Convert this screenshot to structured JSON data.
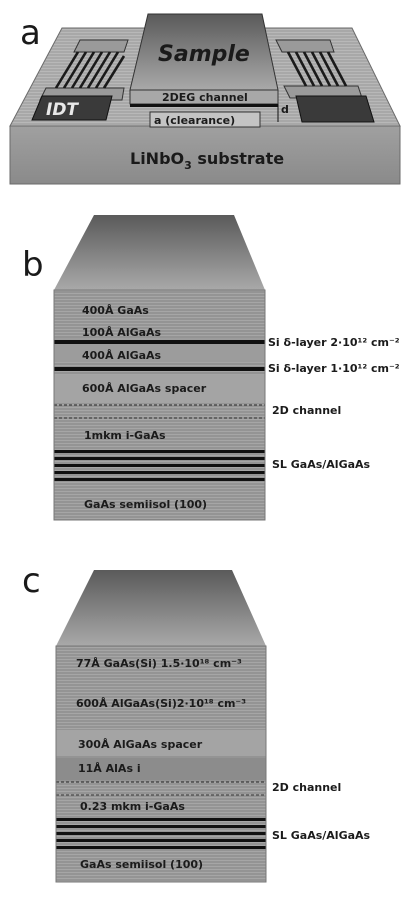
{
  "panels": {
    "a": {
      "letter": "a",
      "sample": "Sample",
      "channel": "2DEG channel",
      "clearance": "a (clearance)",
      "gap": "d",
      "idt": "IDT",
      "substrate_pre": "LiNbO",
      "substrate_sub": "3",
      "substrate_post": " substrate"
    },
    "b": {
      "letter": "b",
      "layers": [
        "400Å GaAs",
        "100Å AlGaAs",
        "400Å AlGaAs",
        "600Å AlGaAs spacer",
        "1mkm i-GaAs",
        "GaAs   semiisol (100)"
      ],
      "side": {
        "delta1": "Si δ-layer 2·10¹² cm⁻²",
        "delta2": "Si δ-layer 1·10¹² cm⁻²",
        "channel": "2D channel",
        "sl": "SL GaAs/AlGaAs"
      }
    },
    "c": {
      "letter": "c",
      "layers": [
        "77Å GaAs(Si) 1.5·10¹⁸ cm⁻³",
        "600Å AlGaAs(Si)2·10¹⁸ cm⁻³",
        "300Å AlGaAs spacer",
        "11Å AlAs i",
        "0.23 mkm i-GaAs",
        "GaAs   semiisol (100)"
      ],
      "side": {
        "channel": "2D channel",
        "sl": "SL GaAs/AlGaAs"
      }
    }
  },
  "colors": {
    "body_gray": "#8f8f8f",
    "light_gray": "#b8b8b8",
    "dark_line": "#141414",
    "top_gradient_start": "#5f5f5f",
    "top_gradient_end": "#a8a8a8"
  }
}
